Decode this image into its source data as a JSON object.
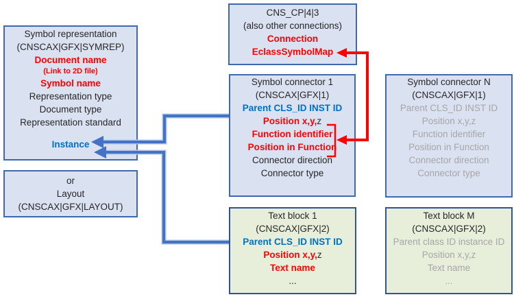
{
  "colors": {
    "blue_box_fill": "#dae1f1",
    "blue_box_border": "#4068ad",
    "green_box_fill": "#e7efdb",
    "green_box_border": "#2f5496",
    "red": "#ff0000",
    "blue_text": "#0070c0",
    "gray_text": "#a6a6a6",
    "black_text": "#262626",
    "arrow_blue": "#4472c4",
    "arrow_blue_halo": "#aec2e8"
  },
  "boxes": {
    "symbol_representation": {
      "title": "Symbol representation",
      "subtitle": "(CNSCAX|GFX|SYMREP)",
      "document_name": "Document name",
      "link_note": "(Link to 2D file)",
      "symbol_name": "Symbol name",
      "representation_type": "Representation type",
      "document_type": "Document type",
      "representation_standard": "Representation standard",
      "instance": "Instance"
    },
    "layout": {
      "or_label": "or",
      "title": "Layout",
      "subtitle": "(CNSCAX|GFX|LAYOUT)"
    },
    "cns_cp": {
      "title": "CNS_CP|4|3",
      "subtitle": "(also other connections)",
      "connection": "Connection",
      "eclass_symbol_map": "EclassSymbolMap"
    },
    "symbol_connector_1": {
      "title": "Symbol connector 1",
      "subtitle": "(CNSCAX|GFX|1)",
      "parent": "Parent CLS_ID INST ID",
      "position_red": "Position x,y,",
      "position_z": "z",
      "function_identifier": "Function identifier",
      "position_in_function": "Position in Function",
      "connector_direction": "Connector direction",
      "connector_type": "Connector type"
    },
    "symbol_connector_n": {
      "title": "Symbol connector N",
      "subtitle": "(CNSCAX|GFX|1)",
      "parent": "Parent CLS_ID INST ID",
      "position": "Position x,y,z",
      "function_identifier": "Function identifier",
      "position_in_function": "Position in Function",
      "connector_direction": "Connector direction",
      "connector_type": "Connector type"
    },
    "text_block_1": {
      "title": "Text block 1",
      "subtitle": "(CNSCAX|GFX|2)",
      "parent": "Parent CLS_ID INST ID",
      "position_red": "Position x,y,",
      "position_z": "z",
      "text_name": "Text name",
      "ellipsis": "..."
    },
    "text_block_m": {
      "title": "Text block M",
      "subtitle": "(CNSCAX|GFX|2)",
      "parent": "Parent class ID instance ID",
      "position": "Position x,y,z",
      "text_name": "Text name",
      "ellipsis": "..."
    }
  }
}
